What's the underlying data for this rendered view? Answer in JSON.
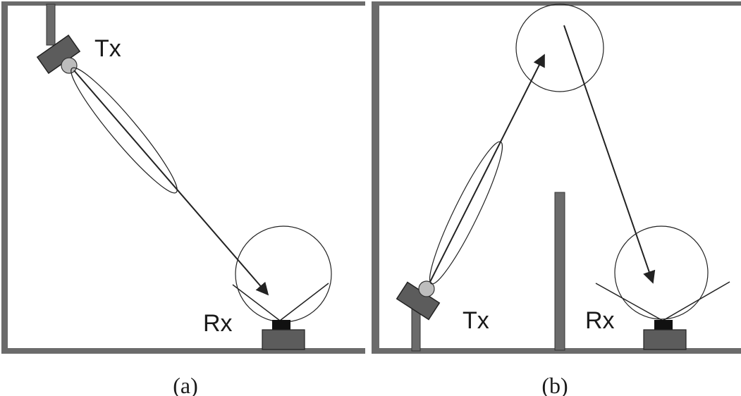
{
  "panel_a": {
    "caption": "(a)",
    "transmitter_label": "Tx",
    "receiver_label": "Rx"
  },
  "panel_b": {
    "caption": "(b)",
    "transmitter_label": "Tx",
    "receiver_label": "Rx"
  },
  "colors": {
    "wall": "#6b6b6b",
    "wall_dark": "#4a4a4a",
    "device": "#5c5c5c",
    "led": "#bdbdbd",
    "detector": "#111111",
    "line": "#222222"
  }
}
